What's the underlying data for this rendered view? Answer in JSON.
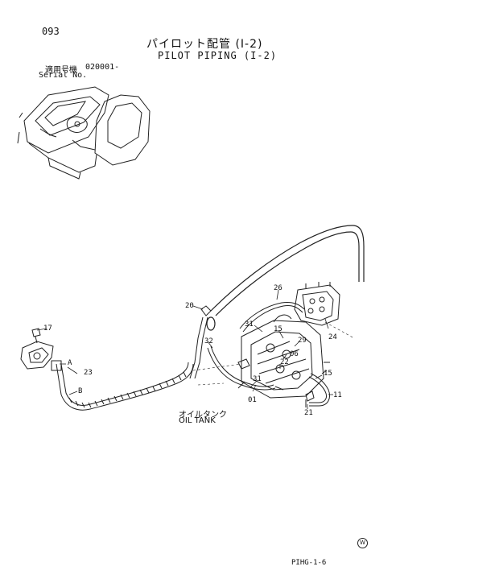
{
  "header": {
    "page_number": "093",
    "title_jp": "パイロット配管 (I-2)",
    "title_en": "PILOT PIPING (I-2)",
    "serial_label_jp": "適用号機",
    "serial_label_en": "Serial No.",
    "serial_value": "020001-"
  },
  "callouts": {
    "c17": "17",
    "cA": "A",
    "c23": "23",
    "cB": "B",
    "c20": "20",
    "c26": "26",
    "c24": "24",
    "c31a": "31",
    "c15a": "15",
    "c29": "29",
    "c32": "32",
    "c06": "06",
    "c22": "22",
    "c31b": "31",
    "c01": "01",
    "c15b": "15",
    "c11": "11",
    "c21": "21"
  },
  "oil_tank": {
    "jp": "オイルタンク",
    "en": "OIL TANK"
  },
  "footer": {
    "code": "PIHG-1-6",
    "mark": "W"
  },
  "colors": {
    "line": "#222222",
    "background": "#ffffff"
  }
}
